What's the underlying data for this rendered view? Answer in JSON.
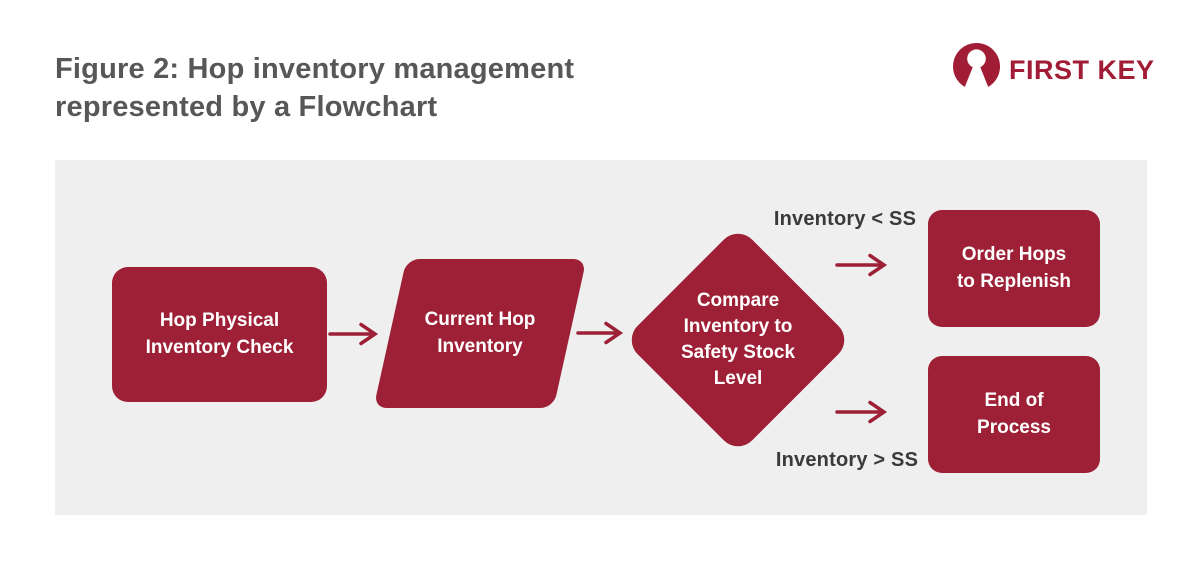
{
  "header": {
    "title_line1": "Figure 2: Hop inventory management",
    "title_line2": "represented by a Flowchart",
    "brand": "FIRST KEY"
  },
  "colors": {
    "brand_red": "#9d2036",
    "logo_red": "#a01d35",
    "panel_bg": "#efefef",
    "title_gray": "#57575a",
    "edge_label_dark": "#3a3a3c",
    "node_text": "#ffffff"
  },
  "flowchart": {
    "nodes": [
      {
        "id": "hop-physical-inventory-check",
        "shape": "rounded-rectangle",
        "label": "Hop Physical Inventory Check",
        "lines": [
          "Hop Physical",
          "Inventory Check"
        ]
      },
      {
        "id": "current-hop-inventory",
        "shape": "parallelogram",
        "label": "Current Hop Inventory",
        "lines": [
          "Current Hop",
          "Inventory"
        ]
      },
      {
        "id": "compare-inventory-to-safety-stock",
        "shape": "diamond",
        "label": "Compare Inventory to Safety Stock Level",
        "lines": [
          "Compare",
          "Inventory to",
          "Safety Stock",
          "Level"
        ]
      },
      {
        "id": "order-hops-to-replenish",
        "shape": "rounded-rectangle",
        "label": "Order Hops to Replenish",
        "lines": [
          "Order Hops",
          "to Replenish"
        ]
      },
      {
        "id": "end-of-process",
        "shape": "rounded-rectangle",
        "label": "End of Process",
        "lines": [
          "End of",
          "Process"
        ]
      }
    ],
    "edge_labels": {
      "less_than": "Inventory < SS",
      "greater_than": "Inventory > SS"
    }
  }
}
